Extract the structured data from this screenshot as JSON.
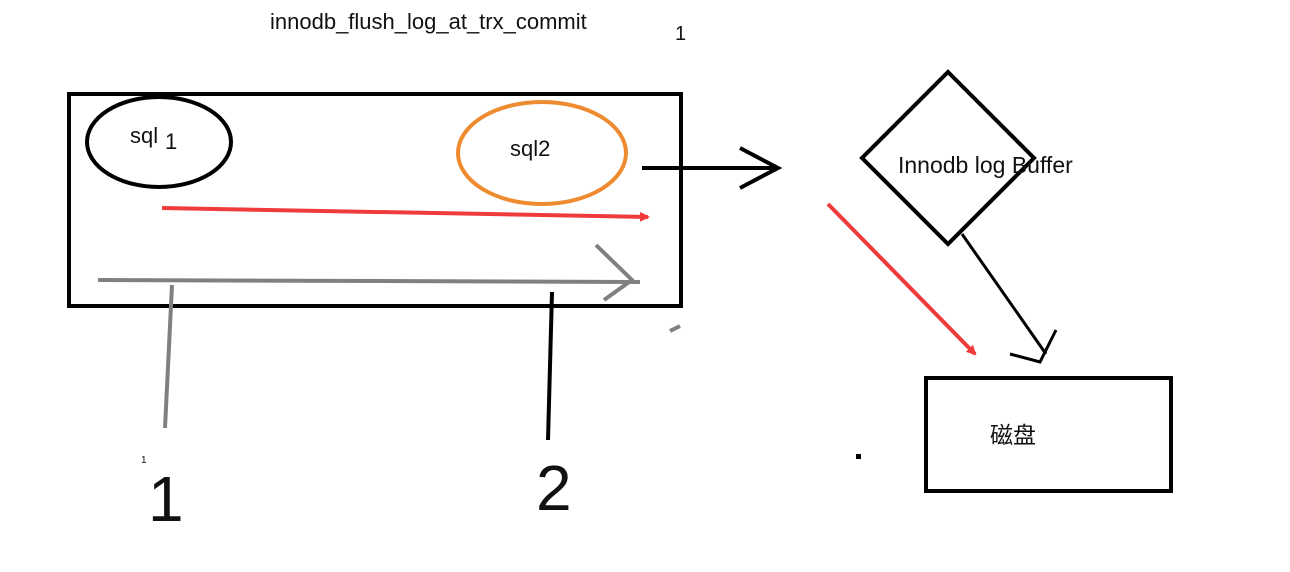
{
  "title": "innodb_flush_log_at_trx_commit",
  "title_note": "1",
  "sql1": {
    "label": "sql",
    "sub": "1"
  },
  "sql2": {
    "label": "sql2"
  },
  "buffer": {
    "label": "Innodb  log Buffer"
  },
  "disk": {
    "label": "磁盘"
  },
  "markers": {
    "small": "1",
    "one": "1",
    "two": "2"
  },
  "colors": {
    "red": "#ef3b3b",
    "gray": "#808080",
    "orange": "#ee8b30",
    "black": "#000000"
  }
}
